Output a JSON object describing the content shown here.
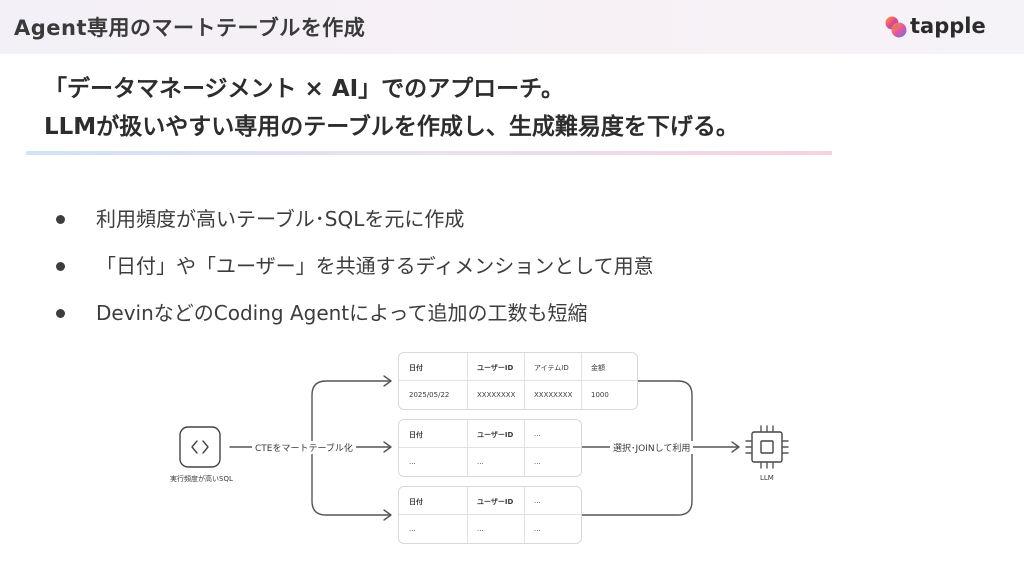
{
  "header": {
    "title": "Agent専用のマートテーブルを作成",
    "logo_text": "tapple"
  },
  "headline": {
    "line1": "「データマネージメント × AI」でのアプローチ。",
    "line2": "LLMが扱いやすい専用のテーブルを作成し、生成難易度を下げる。"
  },
  "bullets": [
    "利用頻度が高いテーブル･SQLを元に作成",
    "「日付」や「ユーザー」を共通するディメンションとして用意",
    "DevinなどのCoding Agentによって追加の工数も短縮"
  ],
  "diagram": {
    "source_label": "実行頻度が高いSQL",
    "source_icon": "code-icon",
    "arrow_left_label": "CTEをマートテーブル化",
    "arrow_right_label": "選択･JOINして利用",
    "llm_label": "LLM",
    "llm_icon": "chip-icon",
    "tables": [
      {
        "headers": [
          "日付",
          "ユーザーID",
          "アイテムID",
          "金額"
        ],
        "row": [
          "2025/05/22",
          "XXXXXXXX",
          "XXXXXXXX",
          "1000"
        ]
      },
      {
        "headers": [
          "日付",
          "ユーザーID",
          "..."
        ],
        "row": [
          "...",
          "...",
          "..."
        ]
      },
      {
        "headers": [
          "日付",
          "ユーザーID",
          "..."
        ],
        "row": [
          "...",
          "...",
          "..."
        ]
      }
    ]
  },
  "colors": {
    "accent_gradient": [
      "#cfe4f5",
      "#e9e0f1",
      "#f6d3e0"
    ],
    "logo_colors": [
      "#f5a623",
      "#e9458c",
      "#4a6cf7"
    ]
  }
}
